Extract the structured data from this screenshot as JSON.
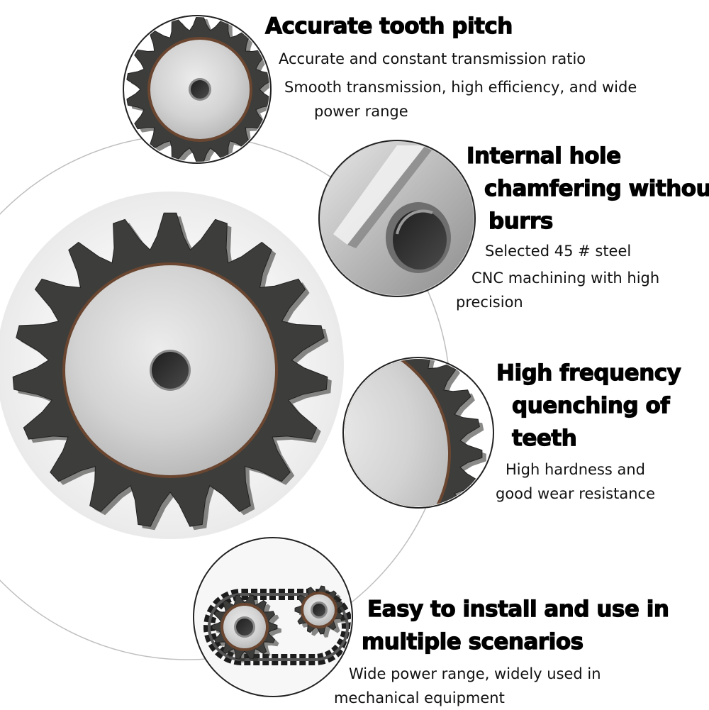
{
  "features": [
    {
      "title": [
        "Accurate tooth pitch"
      ],
      "desc": [
        "Accurate and constant transmission ratio",
        "Smooth transmission, high efficiency, and wide",
        "power range"
      ],
      "icon": "small-sprocket-icon"
    },
    {
      "title": [
        "Internal hole",
        "chamfering without",
        "burrs"
      ],
      "desc": [
        "Selected 45 # steel",
        "CNC machining with high",
        "precision"
      ],
      "icon": "chamfered-bore-icon"
    },
    {
      "title": [
        "High frequency",
        "quenching of",
        "teeth"
      ],
      "desc": [
        "High hardness and",
        "good wear resistance"
      ],
      "icon": "quenched-teeth-icon"
    },
    {
      "title": [
        "Easy to install and use in",
        "multiple scenarios"
      ],
      "desc": [
        "Wide power range, widely used in",
        "mechanical equipment"
      ],
      "icon": "chain-drive-icon"
    }
  ],
  "main_image": {
    "icon": "large-sprocket-icon",
    "teeth": 19
  },
  "colors": {
    "steel_light": "#d9d9d9",
    "steel_mid": "#a9a9a9",
    "tooth_dark": "#3d3d3b",
    "rust": "#7a4a2e",
    "text": "#000000"
  }
}
